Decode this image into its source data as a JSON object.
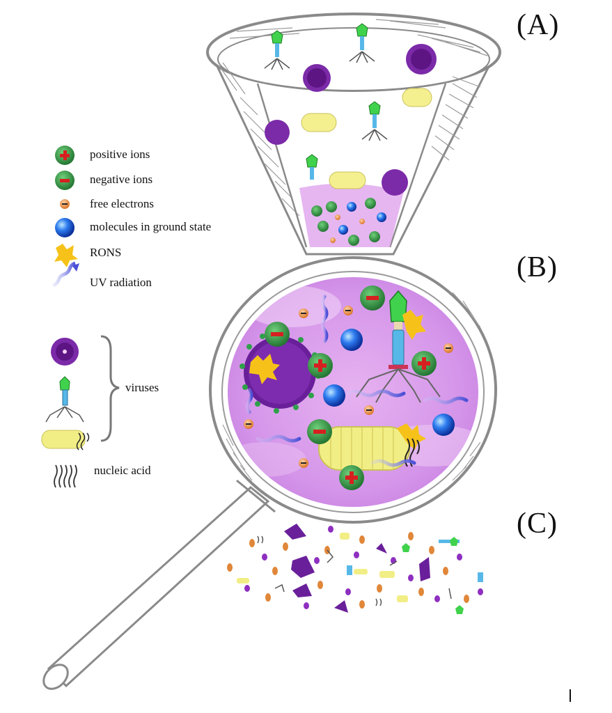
{
  "panels": {
    "a": "(A)",
    "b": "(B)",
    "c": "(C)"
  },
  "legend": {
    "positive_ions": "positive ions",
    "negative_ions": "negative ions",
    "free_electrons": "free electrons",
    "molecules": "molecules in ground state",
    "rons": "RONS",
    "uv": "UV radiation",
    "viruses": "viruses",
    "nucleic_acid": "nucleic acid"
  },
  "colors": {
    "plasma": "#cf8fe0",
    "ion_green": "#2e8b3d",
    "ion_red": "#d62020",
    "electron": "#e0873a",
    "molecule": "#1f5fd6",
    "rons": "#f6c21a",
    "uv": "#5a5fd8",
    "virus": "#6a1b9a",
    "capsid_rod": "#f2ee8a",
    "phage_head": "#3fd24a",
    "outline": "#8a8a8a"
  }
}
